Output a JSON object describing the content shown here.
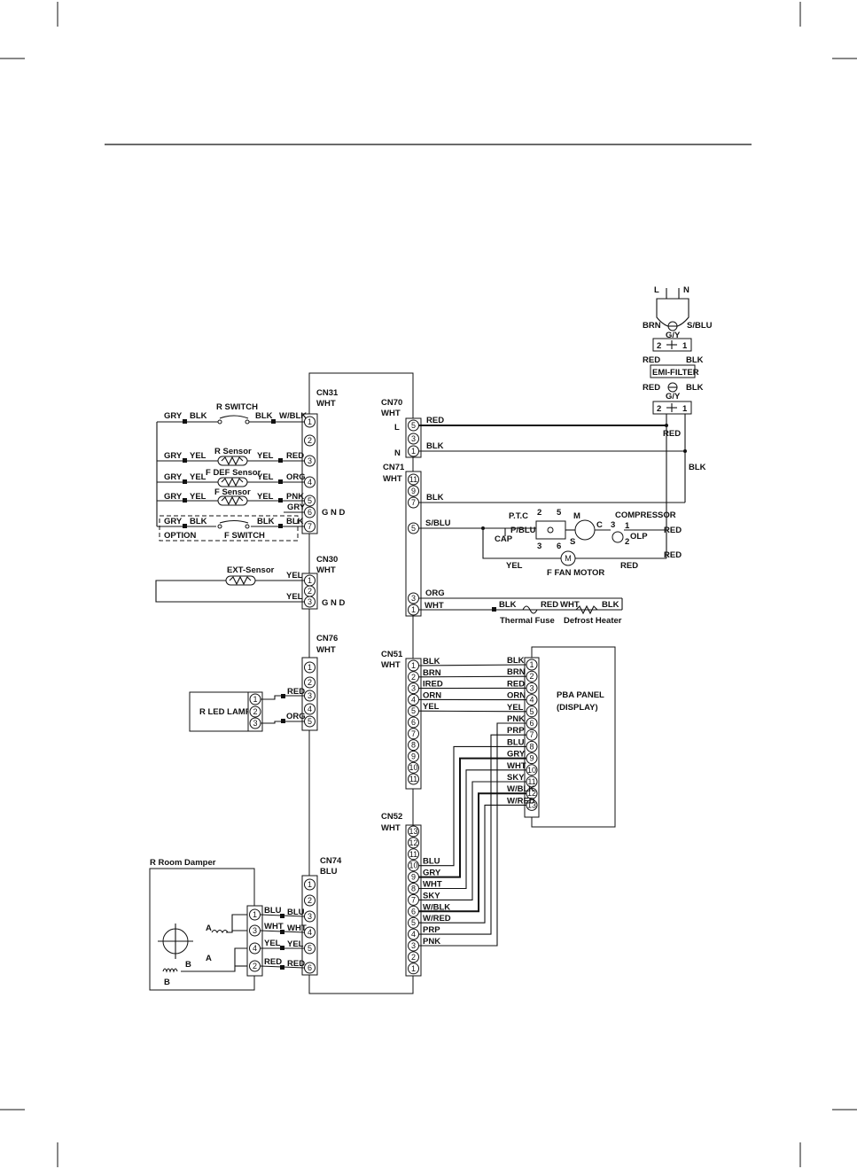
{
  "connectors": {
    "cn31": {
      "name": "CN31",
      "color": "WHT"
    },
    "cn30": {
      "name": "CN30",
      "color": "WHT"
    },
    "cn76": {
      "name": "CN76",
      "color": "WHT"
    },
    "cn74": {
      "name": "CN74",
      "color": "BLU"
    },
    "cn70": {
      "name": "CN70",
      "color": "WHT"
    },
    "cn71": {
      "name": "CN71",
      "color": "WHT"
    },
    "cn51": {
      "name": "CN51",
      "color": "WHT"
    },
    "cn52": {
      "name": "CN52",
      "color": "WHT"
    }
  },
  "labels": {
    "gnd": "G N D",
    "l": "L",
    "n": "N",
    "r_switch": "R SWITCH",
    "r_sensor": "R Sensor",
    "f_def_sensor": "F DEF Sensor",
    "f_sensor": "F Sensor",
    "f_switch": "F SWITCH",
    "option": "OPTION",
    "ext_sensor": "EXT-Sensor",
    "r_led_lamp": "R LED LAMP",
    "r_room_damper": "R Room Damper",
    "pba_panel": "PBA PANEL",
    "pba_display": "(DISPLAY)",
    "emi_filter": "EMI-FILTER",
    "gy": "G/Y",
    "ptc": "P.T.C",
    "cap": "CAP",
    "compressor": "COMPRESSOR",
    "olp": "OLP",
    "f_fan_motor": "F FAN MOTOR",
    "thermal_fuse": "Thermal Fuse",
    "defrost_heater": "Defrost Heater",
    "m_glyph": "M",
    "c_glyph": "C",
    "s_glyph": "S",
    "damper_a": "A",
    "damper_b": "B",
    "plug_l": "L",
    "plug_n": "N"
  },
  "wire_colors": {
    "gry": "GRY",
    "blk": "BLK",
    "w_blk": "W/BLK",
    "yel": "YEL",
    "red": "RED",
    "org": "ORG",
    "pnk": "PNK",
    "s_blu": "S/BLU",
    "p_blu": "P/BLU",
    "brn": "BRN",
    "ired": "IRED",
    "orn": "ORN",
    "prp": "PRP",
    "blu": "BLU",
    "wht": "WHT",
    "sky": "SKY",
    "w_red": "W/RED"
  },
  "pin_numbers": {
    "p1": "1",
    "p2": "2",
    "p3": "3",
    "p4": "4",
    "p5": "5",
    "p6": "6",
    "p7": "7",
    "p8": "8",
    "p9": "9",
    "p10": "10",
    "p11": "11",
    "p12": "12",
    "p13": "13"
  }
}
